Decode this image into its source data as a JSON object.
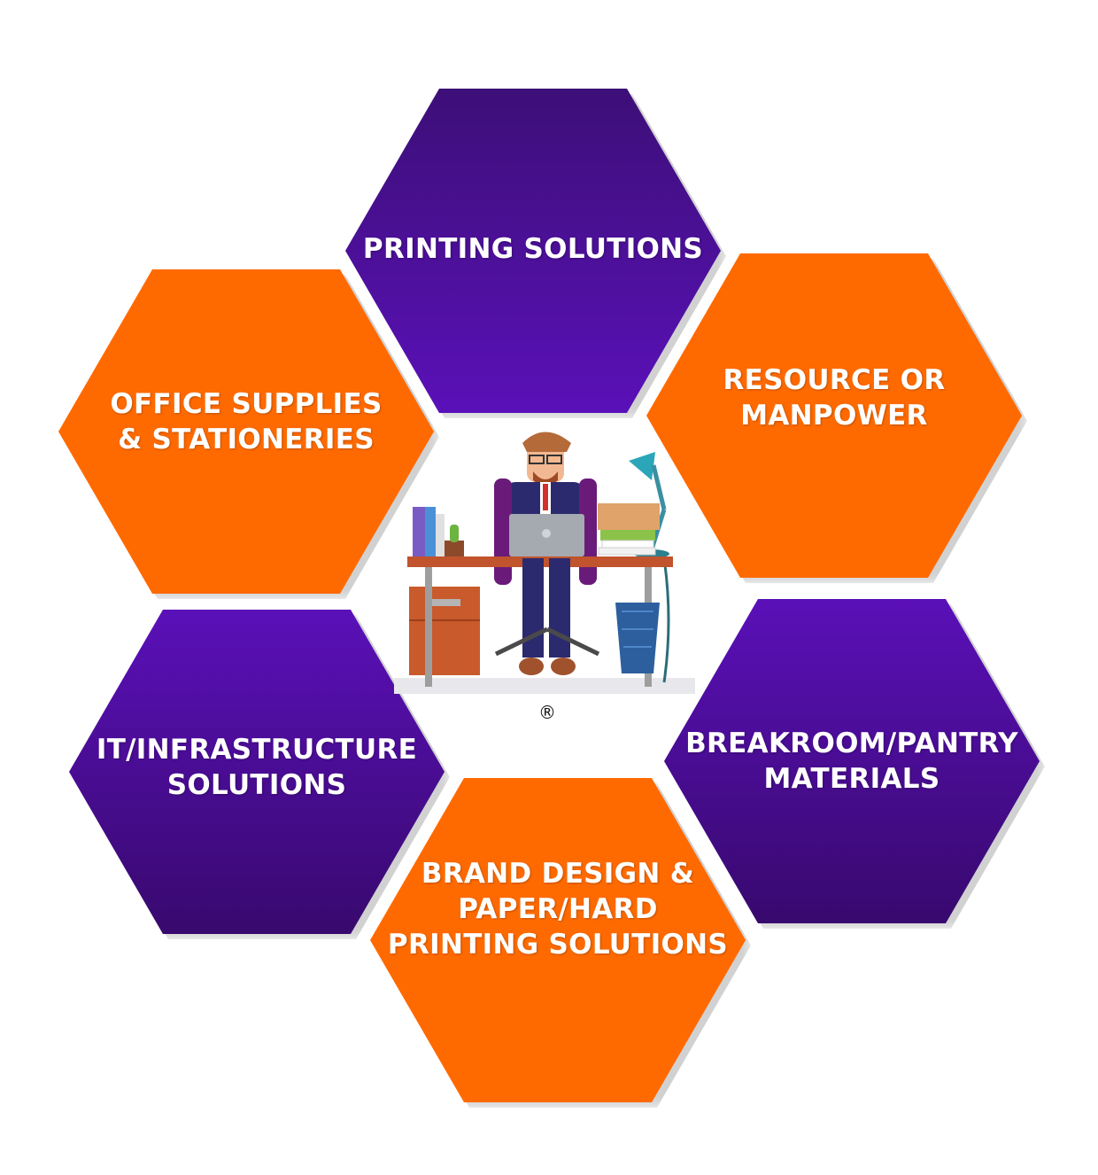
{
  "hexagons": {
    "printing": {
      "label": "PRINTING SOLUTIONS",
      "color": "#4a0d9a"
    },
    "office": {
      "label": "OFFICE SUPPLIES\n& STATIONERIES",
      "color": "#ff6a00"
    },
    "resource": {
      "label": "RESOURCE OR\nMANPOWER",
      "color": "#ff6a00"
    },
    "it": {
      "label": "IT/INFRASTRUCTURE\nSOLUTIONS",
      "color": "#4a0d9a"
    },
    "breakroom": {
      "label": "BREAKROOM/PANTRY\nMATERIALS",
      "color": "#4a0d9a"
    },
    "brand": {
      "label": "BRAND DESIGN &\nPAPER/HARD\nPRINTING SOLUTIONS",
      "color": "#ff6a00"
    }
  },
  "center": {
    "icon": "office-worker-at-desk-icon",
    "registered_mark": "®"
  }
}
